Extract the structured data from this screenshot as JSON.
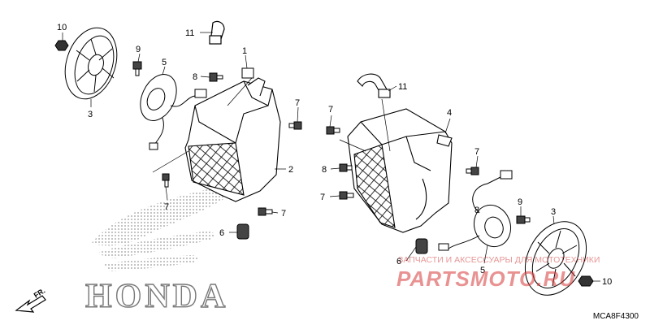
{
  "diagram_code": "MCA8F4300",
  "brand_mark": "HONDA",
  "direction_label": "FR.",
  "watermark": {
    "line1": "ЗАПЧАСТИ И АКСЕССУАРЫ ДЛЯ МОТОТЕХНИКИ",
    "logo": "PARTSMOTO.RU"
  },
  "callouts_left": [
    "10",
    "3",
    "9",
    "5",
    "11",
    "1",
    "8",
    "7",
    "2",
    "7",
    "6",
    "7"
  ],
  "callouts_right": [
    "11",
    "7",
    "4",
    "7",
    "8",
    "8",
    "7",
    "9",
    "3",
    "6",
    "5",
    "10"
  ],
  "colors": {
    "line": "#000000",
    "watermark": "#d83a3a",
    "wing_dots": "#9a9a9a"
  }
}
